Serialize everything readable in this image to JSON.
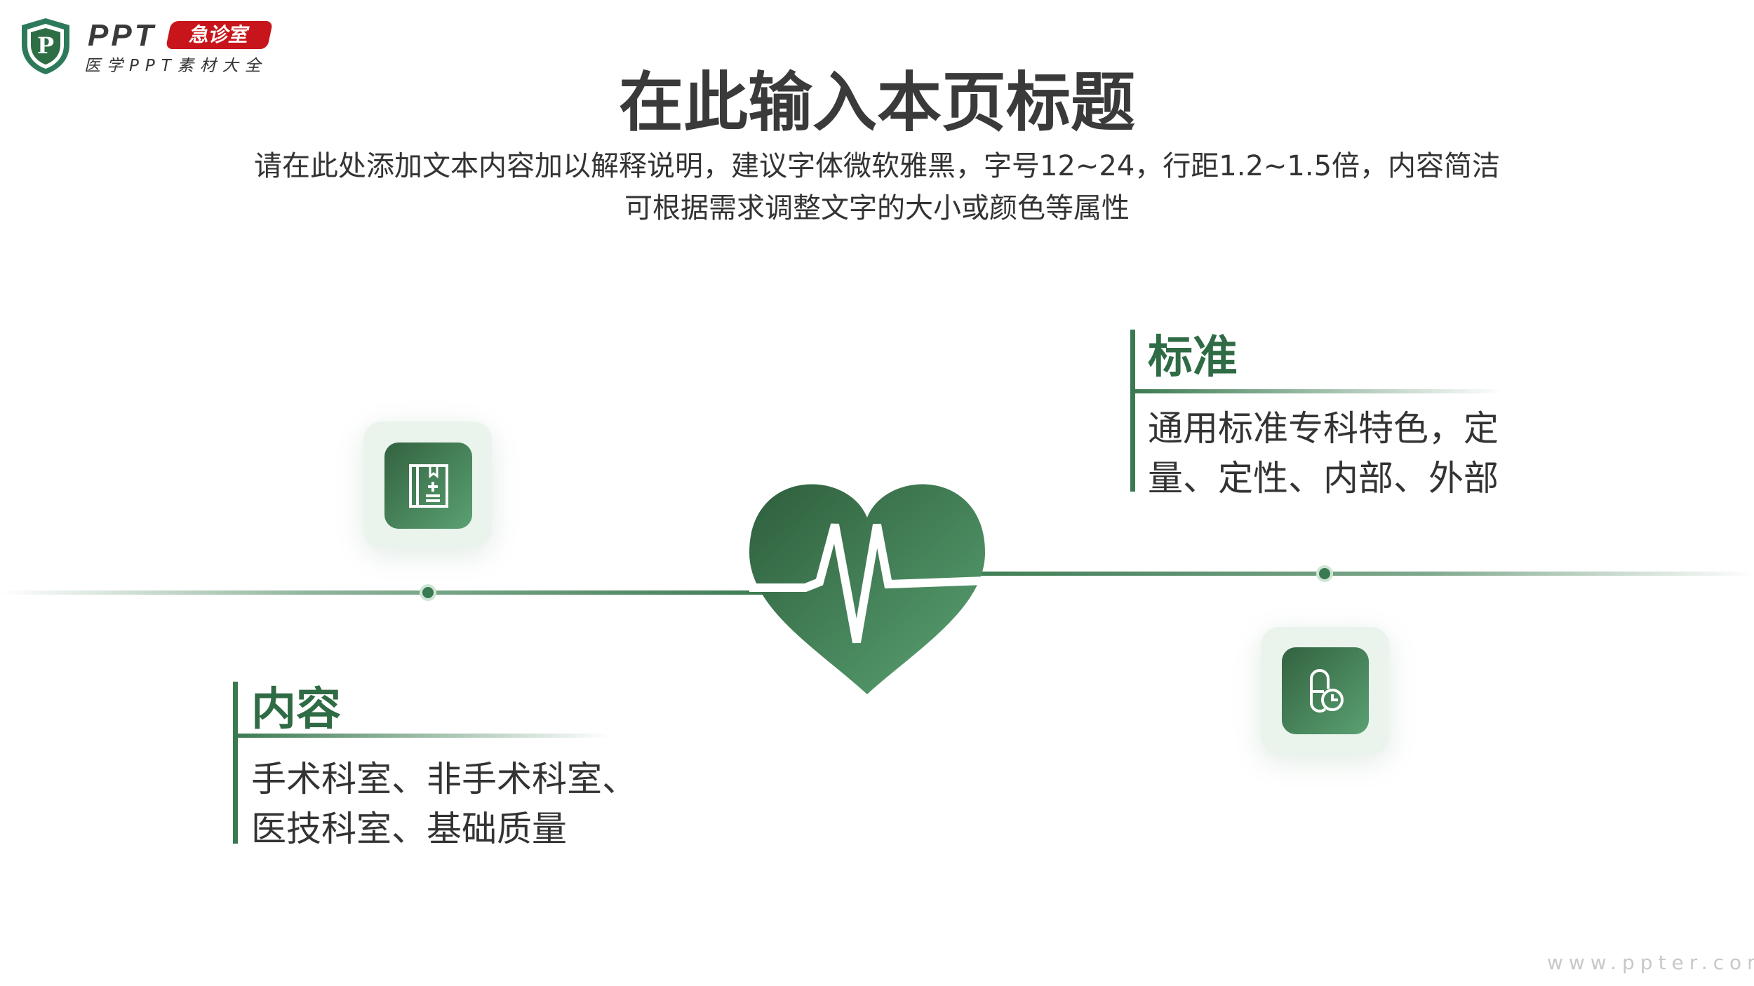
{
  "logo": {
    "brand": "PPT",
    "badge": "急诊室",
    "subtitle": "医学PPT素材大全",
    "shield_letter": "P"
  },
  "header": {
    "title": "在此输入本页标题",
    "subtitle_line1": "请在此处添加文本内容加以解释说明，建议字体微软雅黑，字号12~24，行距1.2~1.5倍，内容简洁",
    "subtitle_line2": "可根据需求调整文字的大小或颜色等属性"
  },
  "items": [
    {
      "heading": "内容",
      "line1": "手术科室、非手术科室、",
      "line2": "医技科室、基础质量",
      "icon": "medical-book-icon"
    },
    {
      "heading": "标准",
      "line1": "通用标准专科特色，定",
      "line2": "量、定性、内部、外部",
      "icon": "pill-clock-icon"
    }
  ],
  "watermark": "www.ppter.com",
  "colors": {
    "accent": "#3a7a50",
    "badge": "#c8151b"
  }
}
